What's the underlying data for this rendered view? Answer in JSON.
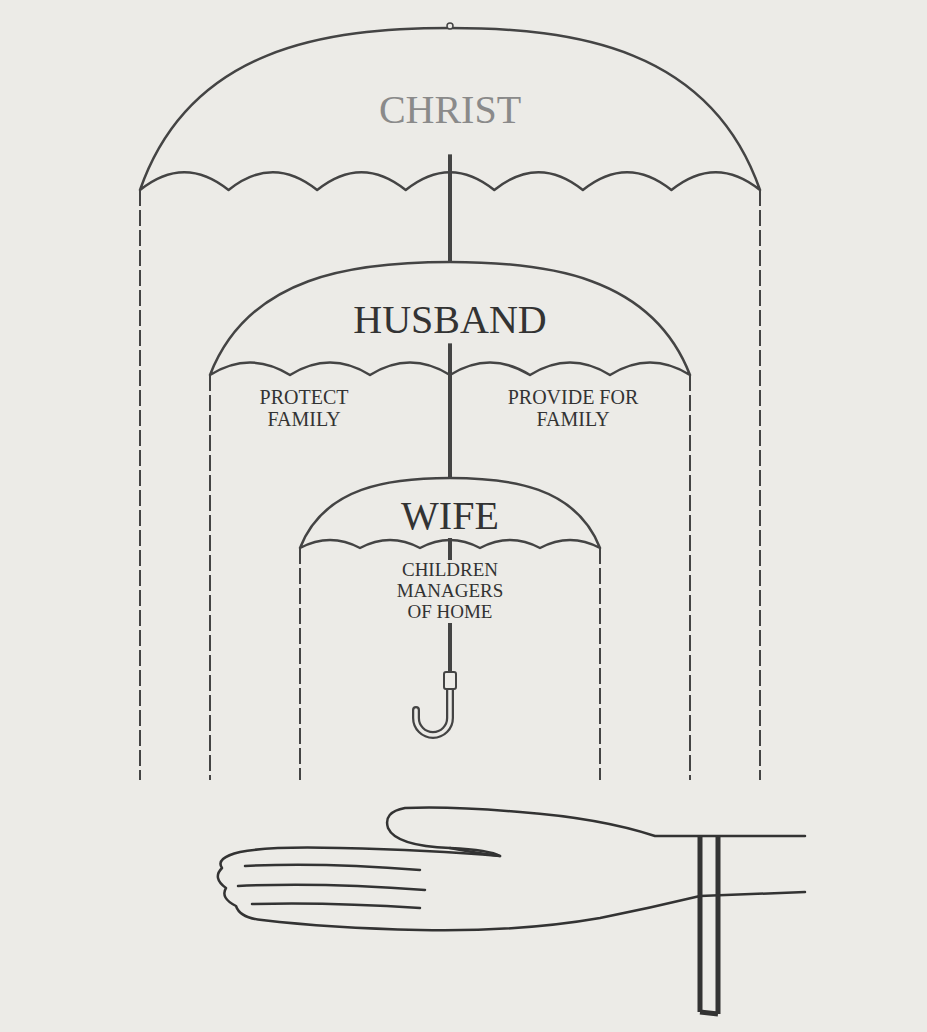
{
  "diagram": {
    "nodes": [
      {
        "text": [
          "CHRIST"
        ]
      },
      {
        "text": [
          "HUSBAND",
          "PROTECT FAMILY",
          "PROVIDE FOR FAMILY"
        ],
        "in": 0
      },
      {
        "text": [
          "WIFE",
          "CHILDREN MANAGERS OF HOME"
        ],
        "in": 1
      }
    ],
    "edges": [
      {
        "from": 0,
        "to": 1,
        "arrow": "none"
      },
      {
        "from": 1,
        "to": 2,
        "arrow": "none"
      }
    ]
  }
}
